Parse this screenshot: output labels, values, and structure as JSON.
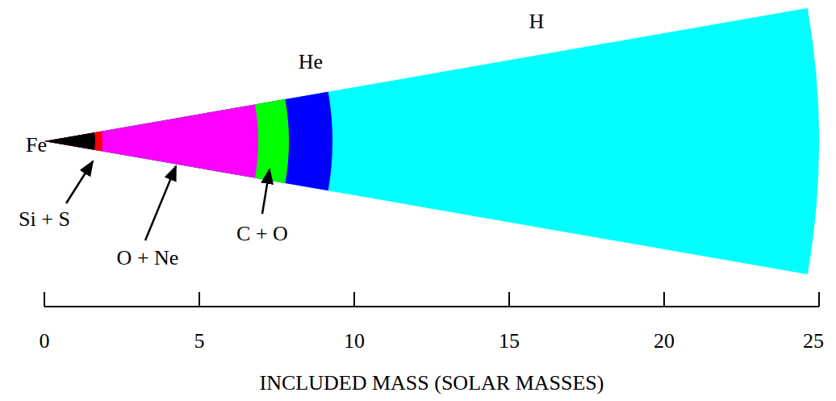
{
  "diagram": {
    "labels": [
      "H",
      "He",
      "Fe",
      "Si + S",
      "O + Ne",
      "C + O",
      "0",
      "5",
      "10",
      "15",
      "20",
      "25",
      "INCLUDED MASS (SOLAR MASSES)"
    ]
  }
}
